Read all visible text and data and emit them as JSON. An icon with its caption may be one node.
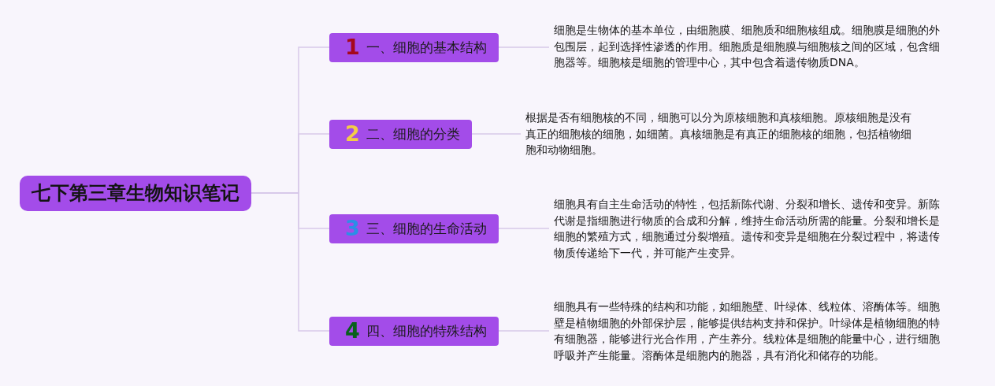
{
  "diagram": {
    "nodes": [
      {
        "text": [
          "七下第三章生物知识笔记"
        ]
      },
      {
        "text": [
          "1",
          "一、细胞的基本结构"
        ]
      },
      {
        "text": [
          "细胞是生物体的基本单位，由细胞膜、细胞质和细胞核组成。细胞膜是细胞的外包围层，起到选择性渗透的作用。细胞质是细胞膜与细胞核之间的区域，包含细胞器等。细胞核是细胞的管理中心，其中包含着遗传物质DNA。"
        ]
      },
      {
        "text": [
          "2",
          "二、细胞的分类"
        ]
      },
      {
        "text": [
          "根据是否有细胞核的不同，细胞可以分为原核细胞和真核细胞。原核细胞是没有真正的细胞核的细胞，如细菌。真核细胞是有真正的细胞核的细胞，包括植物细胞和动物细胞。"
        ]
      },
      {
        "text": [
          "3",
          "三、细胞的生命活动"
        ]
      },
      {
        "text": [
          "细胞具有自主生命活动的特性，包括新陈代谢、分裂和增长、遗传和变异。新陈代谢是指细胞进行物质的合成和分解，维持生命活动所需的能量。分裂和增长是细胞的繁殖方式，细胞通过分裂增殖。遗传和变异是细胞在分裂过程中，将遗传物质传递给下一代，并可能产生变异。"
        ]
      },
      {
        "text": [
          "4",
          "四、细胞的特殊结构"
        ]
      },
      {
        "text": [
          "细胞具有一些特殊的结构和功能，如细胞壁、叶绿体、线粒体、溶酶体等。细胞壁是植物细胞的外部保护层，能够提供结构支持和保护。叶绿体是植物细胞的特有细胞器，能够进行光合作用，产生养分。线粒体是细胞的能量中心，进行细胞呼吸并产生能量。溶酶体是细胞内的胞器，具有消化和储存的功能。"
        ]
      }
    ],
    "edges": [
      {
        "from": 0,
        "to": 1,
        "arrow": "none"
      },
      {
        "from": 1,
        "to": 2,
        "arrow": "none"
      },
      {
        "from": 0,
        "to": 3,
        "arrow": "none"
      },
      {
        "from": 3,
        "to": 4,
        "arrow": "none"
      },
      {
        "from": 0,
        "to": 5,
        "arrow": "none"
      },
      {
        "from": 5,
        "to": 6,
        "arrow": "none"
      },
      {
        "from": 0,
        "to": 7,
        "arrow": "none"
      },
      {
        "from": 7,
        "to": 8,
        "arrow": "none"
      }
    ]
  }
}
